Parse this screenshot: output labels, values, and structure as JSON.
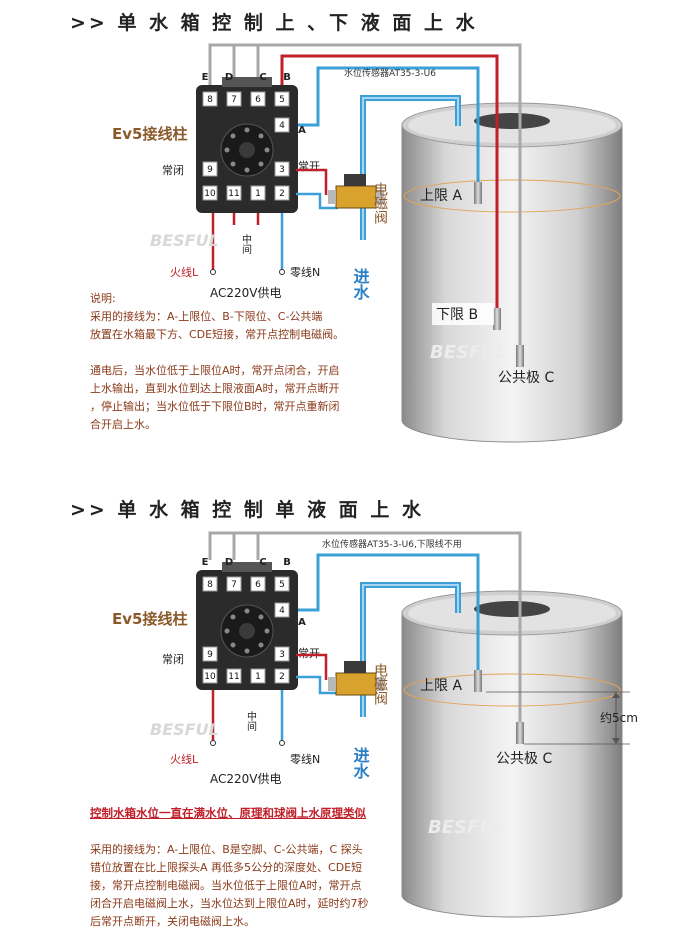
{
  "sections": [
    {
      "heading": ">> 单 水 箱 控 制 上 、下 液 面 上 水",
      "sensor_label": "水位传感器AT35-3-U6",
      "terminal_title": "Ev5接线柱",
      "top_pin_letters": [
        "E",
        "D",
        "C",
        "B"
      ],
      "top_pins": [
        "8",
        "7",
        "6",
        "5"
      ],
      "right_pins": [
        "4",
        "3"
      ],
      "bottom_pins": [
        "10",
        "11",
        "1",
        "2"
      ],
      "left_pins": [
        "9"
      ],
      "pin_a_letter": "A",
      "nc_label": "常闭",
      "no_label": "常开",
      "mid_label": "中间",
      "live_label": "火线L",
      "neutral_label": "零线N",
      "power_label": "AC220V供电",
      "valve_label": "电磁阀",
      "inlet_label": "进水",
      "probe_labels": [
        "上限 A",
        "下限 B",
        "公共极 C"
      ],
      "watermark": "BESFUL",
      "notes_title": "说明:",
      "notes": [
        "采用的接线为：A-上限位、B-下限位、C-公共端",
        "放置在水箱最下方、CDE短接，常开点控制电磁阀。",
        "",
        "通电后，当水位低于上限位A时，常开点闭合，开启",
        "上水输出，直到水位到达上限液面A时，常开点断开",
        "，停止输出；当水位低于下限位B时，常开点重新闭",
        "合开启上水。"
      ]
    },
    {
      "heading": ">> 单 水 箱 控 制 单 液 面 上 水",
      "sensor_label": "水位传感器AT35-3-U6,下限线不用",
      "terminal_title": "Ev5接线柱",
      "top_pin_letters": [
        "E",
        "D",
        "C",
        "B"
      ],
      "top_pins": [
        "8",
        "7",
        "6",
        "5"
      ],
      "right_pins": [
        "4",
        "3"
      ],
      "bottom_pins": [
        "10",
        "11",
        "1",
        "2"
      ],
      "left_pins": [
        "9"
      ],
      "pin_a_letter": "A",
      "nc_label": "常闭",
      "no_label": "常开",
      "mid_label": "中间",
      "live_label": "火线L",
      "neutral_label": "零线N",
      "power_label": "AC220V供电",
      "valve_label": "电磁阀",
      "inlet_label": "进水",
      "probe_labels": [
        "上限 A",
        "公共极 C"
      ],
      "dimension_label": "约5cm",
      "watermark": "BESFUL",
      "red_note": "控制水箱水位一直在满水位、原理和球阀上水原理类似",
      "notes": [
        "采用的接线为：A-上限位、B是空脚、C-公共端，C 探头",
        "错位放置在比上限探头A 再低多5公分的深度处、CDE短",
        "接，常开点控制电磁阀。当水位低于上限位A时，常开点",
        "闭合开启电磁阀上水，当水位达到上限位A时，延时约7秒",
        "后常开点断开，关闭电磁阀上水。"
      ]
    }
  ],
  "colors": {
    "wire_red": "#c0202a",
    "wire_blue": "#3b9fd8",
    "wire_gray": "#a8a8a8",
    "title_brown": "#8b5a2b",
    "note_brown": "#8b3a1a",
    "inlet_blue": "#2a7fc8"
  }
}
